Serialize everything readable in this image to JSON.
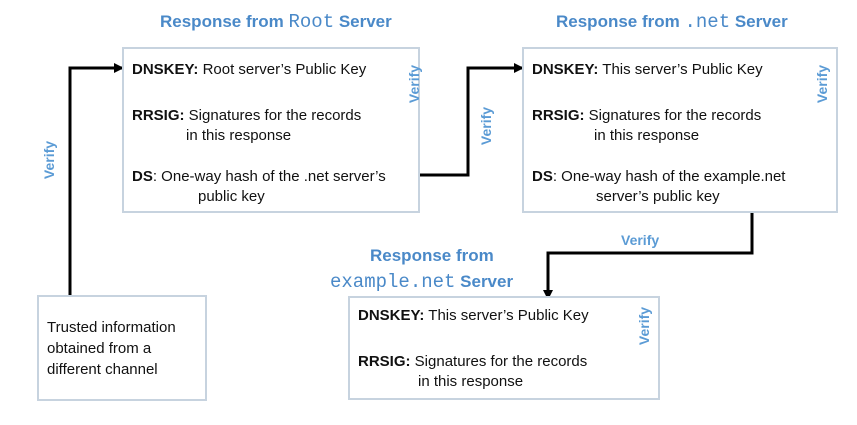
{
  "root": {
    "title_prefix": "Response from ",
    "title_mono": "Root",
    "title_suffix": " Server",
    "dnskey_label": "DNSKEY:",
    "dnskey_text": " Root server’s Public Key",
    "rrsig_label": "RRSIG:",
    "rrsig_text": "  Signatures for the records",
    "rrsig_text2": "in this response",
    "ds_label": "DS",
    "ds_text": ": One-way hash of the .net server’s",
    "ds_text2": "public key",
    "verify": "Verify"
  },
  "net": {
    "title_prefix": "Response from ",
    "title_mono": ".net",
    "title_suffix": " Server",
    "dnskey_label": "DNSKEY:",
    "dnskey_text": " This server’s Public Key",
    "rrsig_label": "RRSIG:",
    "rrsig_text": "  Signatures for the records",
    "rrsig_text2": "in this response",
    "ds_label": "DS",
    "ds_text": ": One-way hash of the example.net",
    "ds_text2": "server’s public key",
    "verify": "Verify"
  },
  "example": {
    "title_line1": "Response from",
    "title_mono": "example.net",
    "title_suffix": " Server",
    "dnskey_label": "DNSKEY:",
    "dnskey_text": " This server’s Public Key",
    "rrsig_label": "RRSIG:",
    "rrsig_text": "  Signatures for the records",
    "rrsig_text2": "in this response",
    "verify": "Verify"
  },
  "trusted": {
    "line1": "Trusted information",
    "line2": "obtained from a",
    "line3": "different channel"
  },
  "links": {
    "verify_left": "Verify",
    "verify_root_to_net": "Verify",
    "verify_net_to_example": "Verify"
  },
  "colors": {
    "accent": "#4a89c8",
    "verify": "#5b9bd5",
    "box_border": "#c7d3df",
    "arrow": "#000000"
  }
}
